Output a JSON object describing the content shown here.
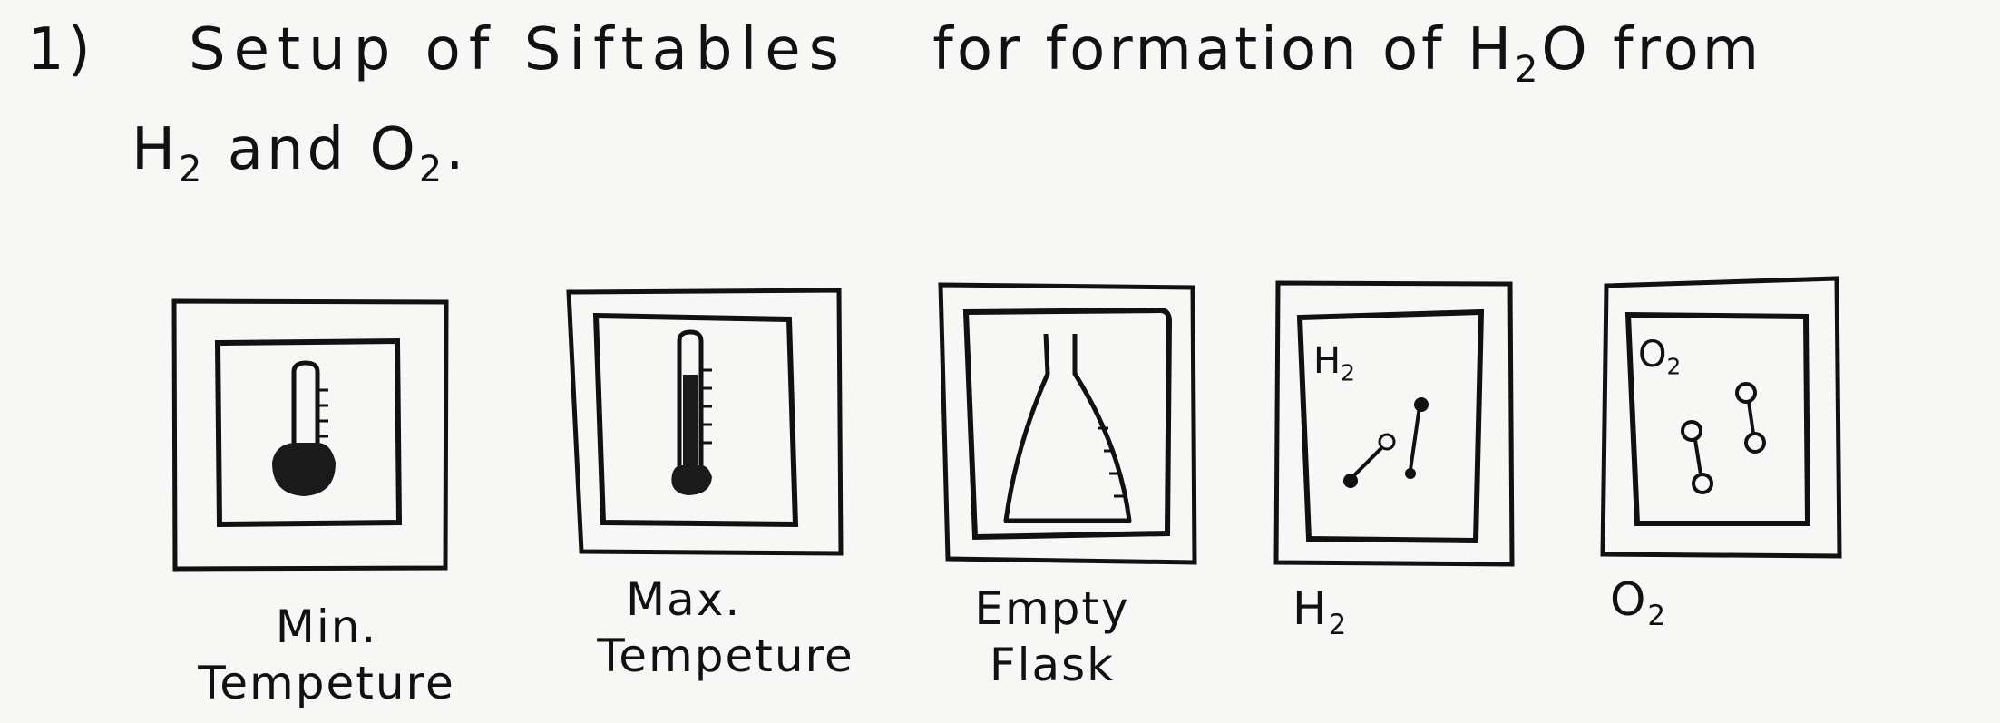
{
  "title": {
    "number": "1)",
    "line1": "Setup of Siftables",
    "line1b": "for formation of H",
    "line1_sub": "2",
    "line1c": "O from",
    "line2a": "H",
    "line2_sub1": "2",
    "line2b": " and O",
    "line2_sub2": "2",
    "line2c": "."
  },
  "cards": [
    {
      "label_l1": "Min.",
      "label_l2": "Tempeture",
      "icon": "thermometer-low-icon",
      "fill_level": 0.2
    },
    {
      "label_l1": "Max.",
      "label_l2": "Tempeture",
      "icon": "thermometer-high-icon",
      "fill_level": 0.85
    },
    {
      "label_l1": "Empty",
      "label_l2": "Flask",
      "icon": "flask-icon"
    },
    {
      "label_l1": "H",
      "label_sub": "2",
      "tile_text": "H",
      "tile_sub": "2",
      "icon": "h2-molecules-icon"
    },
    {
      "label_l1": "O",
      "label_sub": "2",
      "tile_text": "O",
      "tile_sub": "2",
      "icon": "o2-molecules-icon"
    }
  ]
}
